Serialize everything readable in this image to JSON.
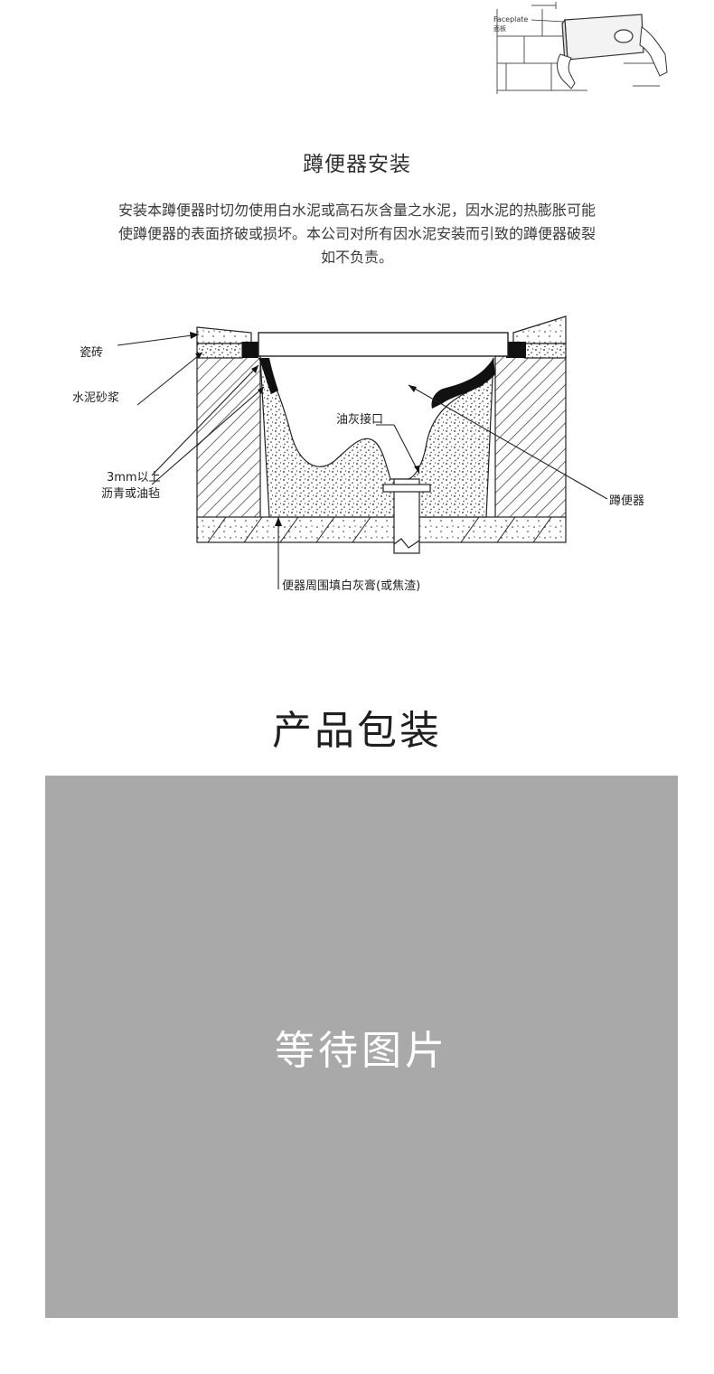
{
  "faceplate": {
    "label_en": "Faceplate",
    "label_cn": "面板"
  },
  "install": {
    "title": "蹲便器安装",
    "line1": "安装本蹲便器时切勿使用白水泥或高石灰含量之水泥，因水泥的热膨胀可能",
    "line2": "使蹲便器的表面挤破或损坏。本公司对所有因水泥安装而引致的蹲便器破裂",
    "line3": "如不负责。"
  },
  "diagram": {
    "tile": "瓷砖",
    "mortar": "水泥砂浆",
    "asphalt_line1": "3mm以上",
    "asphalt_line2": "沥青或油毡",
    "putty_joint": "油灰接口",
    "squat_toilet": "蹲便器",
    "fill": "便器周围填白灰膏(或焦渣)"
  },
  "packaging": {
    "title": "产品包装",
    "placeholder": "等待图片",
    "placeholder_color": "#a9a9a9"
  }
}
